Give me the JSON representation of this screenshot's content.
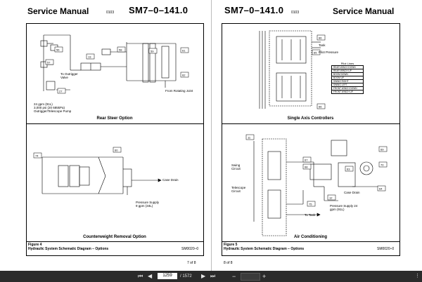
{
  "left_page": {
    "header_title": "Service Manual",
    "header_date": "0103",
    "header_doc": "SM7–0–141.0",
    "top_section_caption": "Rear Steer Option",
    "bottom_section_caption": "Counterweight Removal Option",
    "callouts_top": [
      "56",
      "57",
      "27",
      "13",
      "58",
      "59",
      "61",
      "62"
    ],
    "labels_top": {
      "outrigger": "To Outrigger Valve",
      "pump": "24 gpm (91L)\n3,000 psi (20 685kPa)\nOutrigger/Telescope Pump",
      "rotating_joint": "From Rotating Joint"
    },
    "callouts_bottom": [
      "74",
      "60"
    ],
    "labels_bottom": {
      "case_drain": "Case Drain",
      "pressure_supply": "Pressure Supply 9 gpm (34L)"
    },
    "figure_number": "Figure 4",
    "figure_title": "Hydraulic System Schematic Diagram – Options",
    "figure_code": "SM0020–0",
    "page_number": "7 of 8"
  },
  "right_page": {
    "header_doc": "SM7–0–141.0",
    "header_date": "0103",
    "header_title": "Service Manual",
    "top_section_caption": "Single Axis Controllers",
    "bottom_section_caption": "Air Conditioning",
    "callouts_top": [
      "66",
      "65",
      "66"
    ],
    "labels_top": {
      "tank": "Tank",
      "pilot_pressure": "Pilot Pressure"
    },
    "pilot_lines_title": "Pilot Lines",
    "pilot_lines": [
      "REAR WINCH DOWN",
      "REAR WINCH UP",
      "BOOM DOWN",
      "BOOM UP",
      "SWING RIGHT",
      "SWING LEFT",
      "FRONT WINCH DOWN",
      "FRONT WINCH UP"
    ],
    "callouts_bottom": [
      "11",
      "67",
      "68",
      "63",
      "69",
      "70",
      "64",
      "12",
      "75"
    ],
    "labels_bottom": {
      "swing": "Swing Circuit",
      "telescope": "Telescope Circuit",
      "case_drain": "Case Drain",
      "pressure_supply": "Pressure Supply 24 gpm (91L)",
      "to_tank": "To Tank"
    },
    "figure_number": "Figure 5",
    "figure_title": "Hydraulic System Schematic Diagram – Options",
    "figure_code": "SM0020–0",
    "page_number": "8 of 8"
  },
  "toolbar": {
    "page_input": "1259",
    "page_total": "/ 1572",
    "zoom_icons": [
      "zoom-out-icon",
      "zoom-in-icon"
    ],
    "background": "#2b2b2b"
  }
}
